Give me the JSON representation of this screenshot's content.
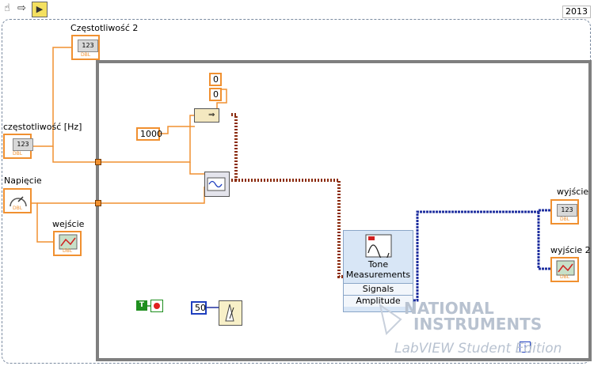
{
  "toolbar": {
    "icons": [
      "hand-icon",
      "arrow-icon",
      "run-icon"
    ],
    "version": "2013"
  },
  "labels": {
    "freq2": "Częstotliwość 2",
    "freq": "częstotliwość [Hz]",
    "voltage": "Napięcie",
    "input": "wejście",
    "output": "wyjście",
    "output2": "wyjście 2"
  },
  "terminals": {
    "numeric_text": "123",
    "dbl_text": "DBL"
  },
  "constants": {
    "zero_a": "0",
    "zero_b": "0",
    "samples": "1000",
    "wait_ms": "50",
    "loop_iter": "i",
    "stop_t": "T"
  },
  "express_vi": {
    "title": "Tone Measurements",
    "signals": "Signals",
    "amplitude": "Amplitude"
  },
  "watermark": {
    "brand_line1": "NATIONAL",
    "brand_line2": "INSTRUMENTS",
    "edition": "LabVIEW Student Edition"
  },
  "colors": {
    "dbl_wire": "#f09030",
    "dynamic_wire": "#8b2c10",
    "waveform_wire": "#1f2f9f",
    "loop_border": "#7f7f7f"
  }
}
